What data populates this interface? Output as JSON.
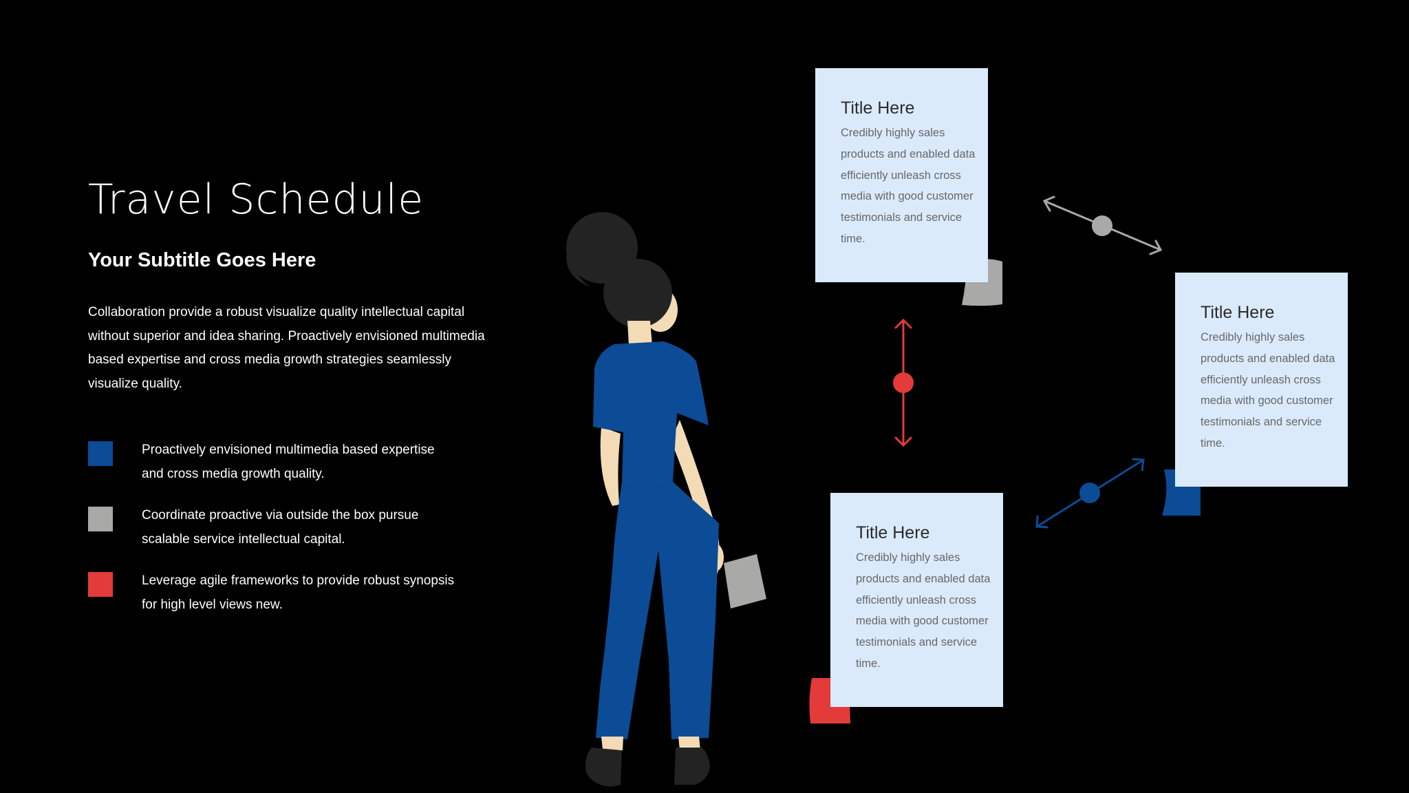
{
  "slide": {
    "title": "Travel Schedule",
    "subtitle": "Your Subtitle Goes Here",
    "intro": "Collaboration provide a robust visualize quality intellectual capital without superior  and idea sharing. Proactively envisioned multimedia based expertise and cross media growth strategies seamlessly visualize quality."
  },
  "legend": [
    {
      "color": "#0c4b95",
      "text": "Proactively envisioned multimedia based expertise and cross media growth quality."
    },
    {
      "color": "#a9a9a7",
      "text": "Coordinate proactive via outside the box pursue scalable service intellectual capital."
    },
    {
      "color": "#e33a3a",
      "text": "Leverage agile frameworks to provide robust synopsis for high level views new."
    }
  ],
  "cards": [
    {
      "title": "Title Here",
      "body": "Credibly highly sales products and enabled data efficiently unleash cross media with good customer testimonials and service time.",
      "tab_color": "#a9a9a7"
    },
    {
      "title": "Title Here",
      "body": "Credibly highly sales products and enabled data efficiently unleash cross media with good customer testimonials and service time.",
      "tab_color": "#0c4b95"
    },
    {
      "title": "Title Here",
      "body": "Credibly highly sales products and enabled data efficiently unleash cross media with good customer testimonials and service time.",
      "tab_color": "#e33a3a"
    }
  ],
  "colors": {
    "background": "#000000",
    "card": "#dbeafb",
    "blue": "#0c4b95",
    "gray": "#a9a9a7",
    "red": "#e33a3a",
    "skin": "#f3dbb5",
    "hair": "#232323"
  }
}
